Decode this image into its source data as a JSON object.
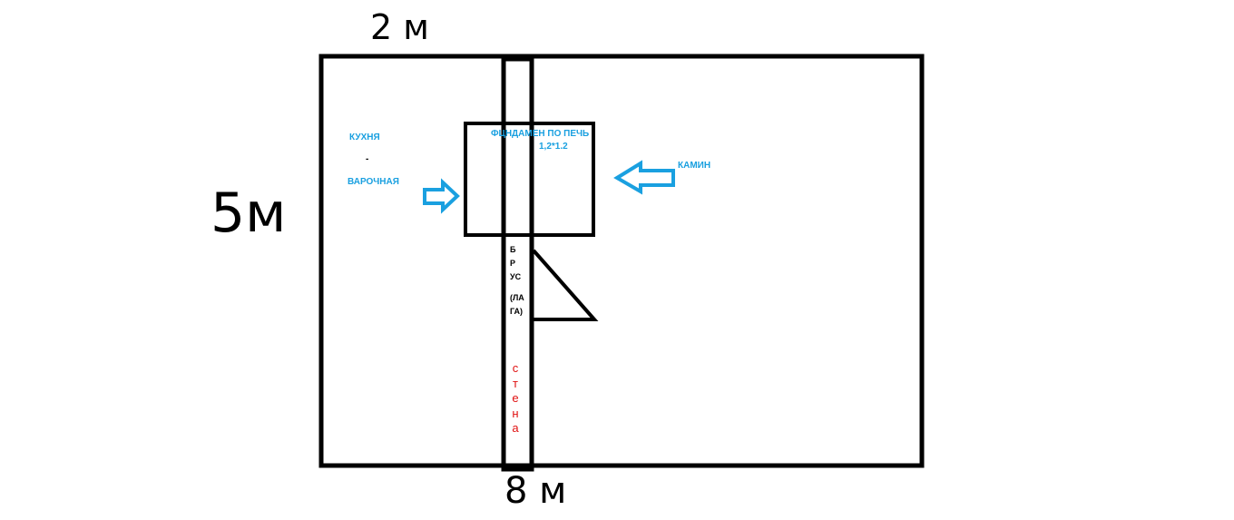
{
  "dimensions": {
    "top": "2 м",
    "left": "5м",
    "bottom": "8 м"
  },
  "labels": {
    "kitchen": "КУХНЯ",
    "dash": "-",
    "cooking": "ВАРОЧНАЯ",
    "foundation": "ФЦНДАМЕН ПО ПЕЧЬ",
    "foundation_size": "1,2*1.2",
    "fireplace": "КАМИН",
    "beam_lines": [
      "Б",
      "Р",
      "УС",
      "(ЛА",
      "ГА)"
    ],
    "wall_letters": [
      "с",
      "т",
      "е",
      "н",
      "а"
    ]
  },
  "colors": {
    "line": "#000000",
    "accent": "#1aa0e0",
    "wall": "#e01010"
  }
}
